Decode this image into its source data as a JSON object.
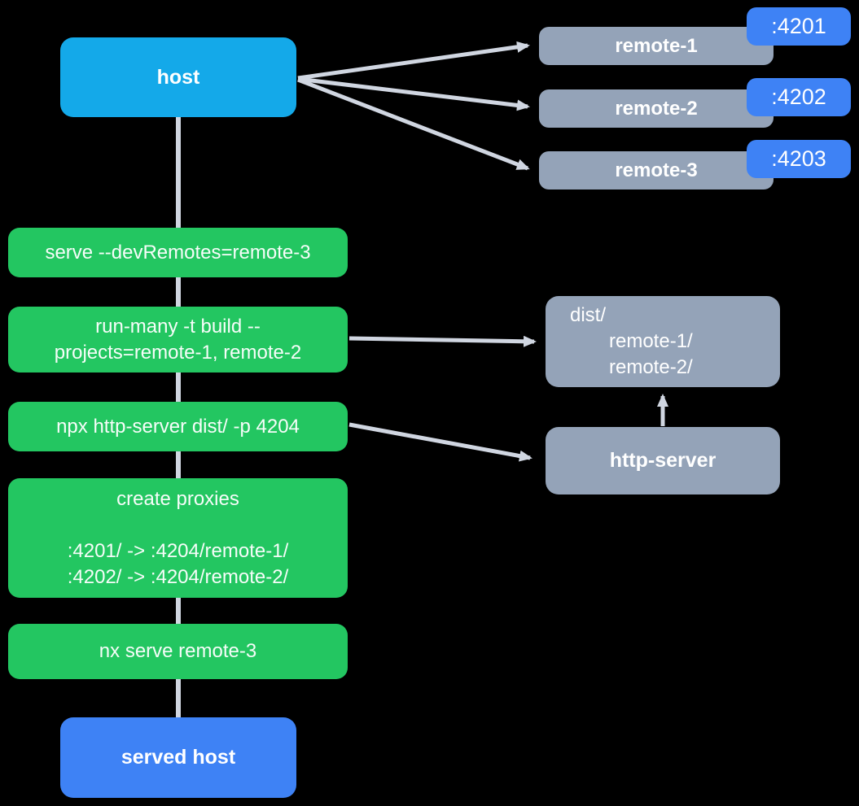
{
  "colors": {
    "bg": "#000000",
    "host_blue": "#14a9e9",
    "served_blue": "#3e82f5",
    "badge_blue": "#3e82f5",
    "green": "#23c661",
    "slate": "#94a3b8",
    "arrow": "#d0d6e1",
    "text": "#ffffff"
  },
  "nodes": {
    "host": {
      "label": "host"
    },
    "served_host": {
      "label": "served host"
    },
    "remotes": [
      {
        "label": "remote-1",
        "port": ":4201"
      },
      {
        "label": "remote-2",
        "port": ":4202"
      },
      {
        "label": "remote-3",
        "port": ":4203"
      }
    ],
    "commands": [
      {
        "label": "serve --devRemotes=remote-3"
      },
      {
        "label": "run-many -t build --\nprojects=remote-1, remote-2"
      },
      {
        "label": "npx http-server dist/ -p 4204"
      },
      {
        "label": "create proxies\n\n:4201/ -> :4204/remote-1/\n:4202/ -> :4204/remote-2/"
      },
      {
        "label": "nx serve remote-3"
      }
    ],
    "dist": {
      "line1": "dist/",
      "line2": "remote-1/",
      "line3": "remote-2/"
    },
    "http_server": {
      "label": "http-server"
    }
  }
}
